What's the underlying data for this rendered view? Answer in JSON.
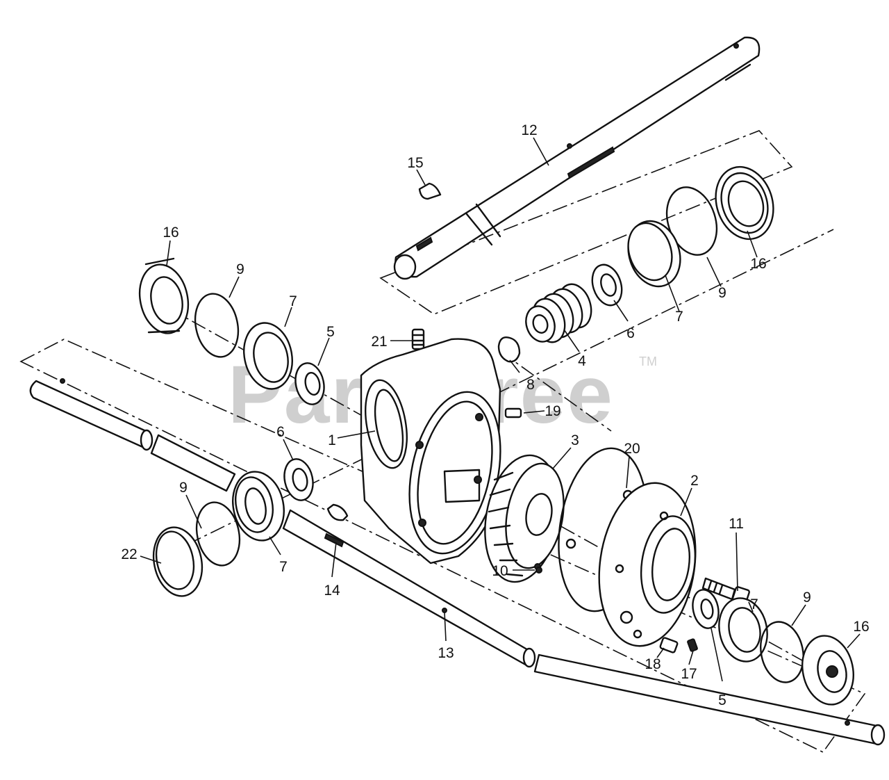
{
  "watermark": {
    "text": "PartsTree",
    "mark": "TM"
  },
  "callouts": {
    "c1": "1",
    "c2": "2",
    "c3": "3",
    "c4": "4",
    "c5a": "5",
    "c5b": "5",
    "c6a": "6",
    "c6b": "6",
    "c7a": "7",
    "c7b": "7",
    "c7c": "7",
    "c7d": "7",
    "c8": "8",
    "c9a": "9",
    "c9b": "9",
    "c9c": "9",
    "c9d": "9",
    "c10": "10",
    "c11": "11",
    "c12": "12",
    "c13": "13",
    "c14": "14",
    "c15": "15",
    "c16a": "16",
    "c16b": "16",
    "c16c": "16",
    "c17": "17",
    "c18": "18",
    "c19": "19",
    "c20": "20",
    "c21": "21",
    "c22": "22"
  }
}
